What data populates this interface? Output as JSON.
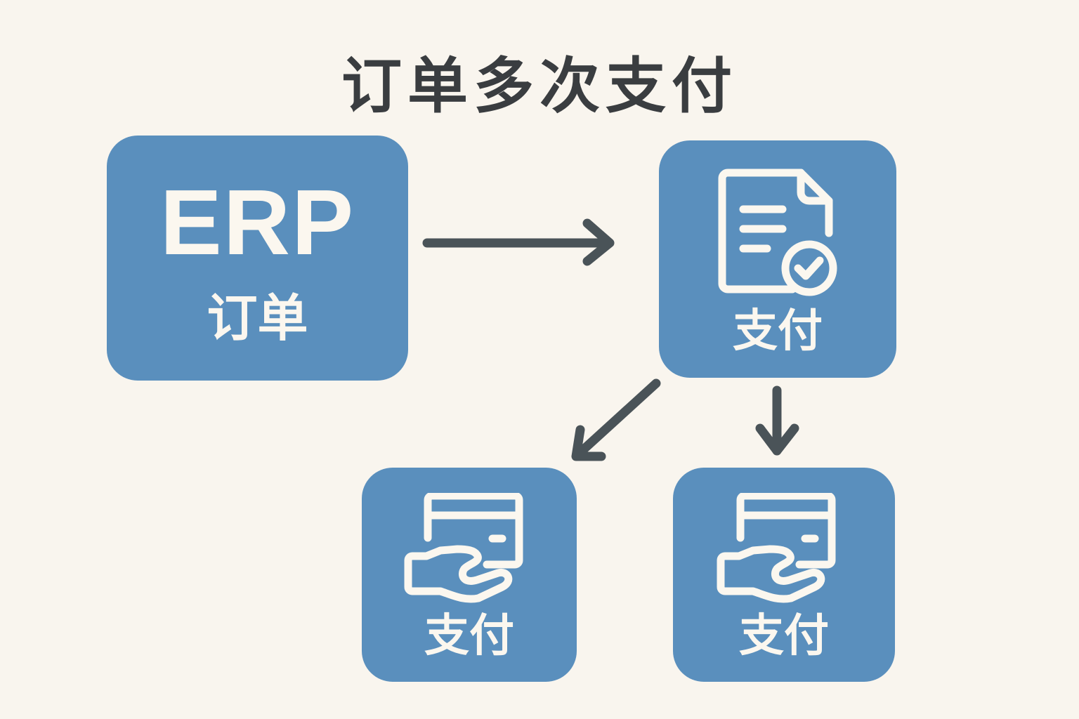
{
  "title": "订单多次支付",
  "nodes": {
    "erp": {
      "title": "ERP",
      "subtitle": "订单",
      "icon": "none"
    },
    "payment_main": {
      "label": "支付",
      "icon": "document-check-icon"
    },
    "payment_left": {
      "label": "支付",
      "icon": "card-hand-icon"
    },
    "payment_right": {
      "label": "支付",
      "icon": "card-hand-icon"
    }
  },
  "edges": [
    {
      "from": "erp",
      "to": "payment_main",
      "direction": "right"
    },
    {
      "from": "payment_main",
      "to": "payment_left",
      "direction": "down-left"
    },
    {
      "from": "payment_main",
      "to": "payment_right",
      "direction": "down"
    }
  ],
  "colors": {
    "background": "#f9f5ee",
    "node_fill": "#5a8fbd",
    "node_text": "#fbf7ef",
    "arrow": "#4a5358",
    "title": "#3a3d40"
  }
}
